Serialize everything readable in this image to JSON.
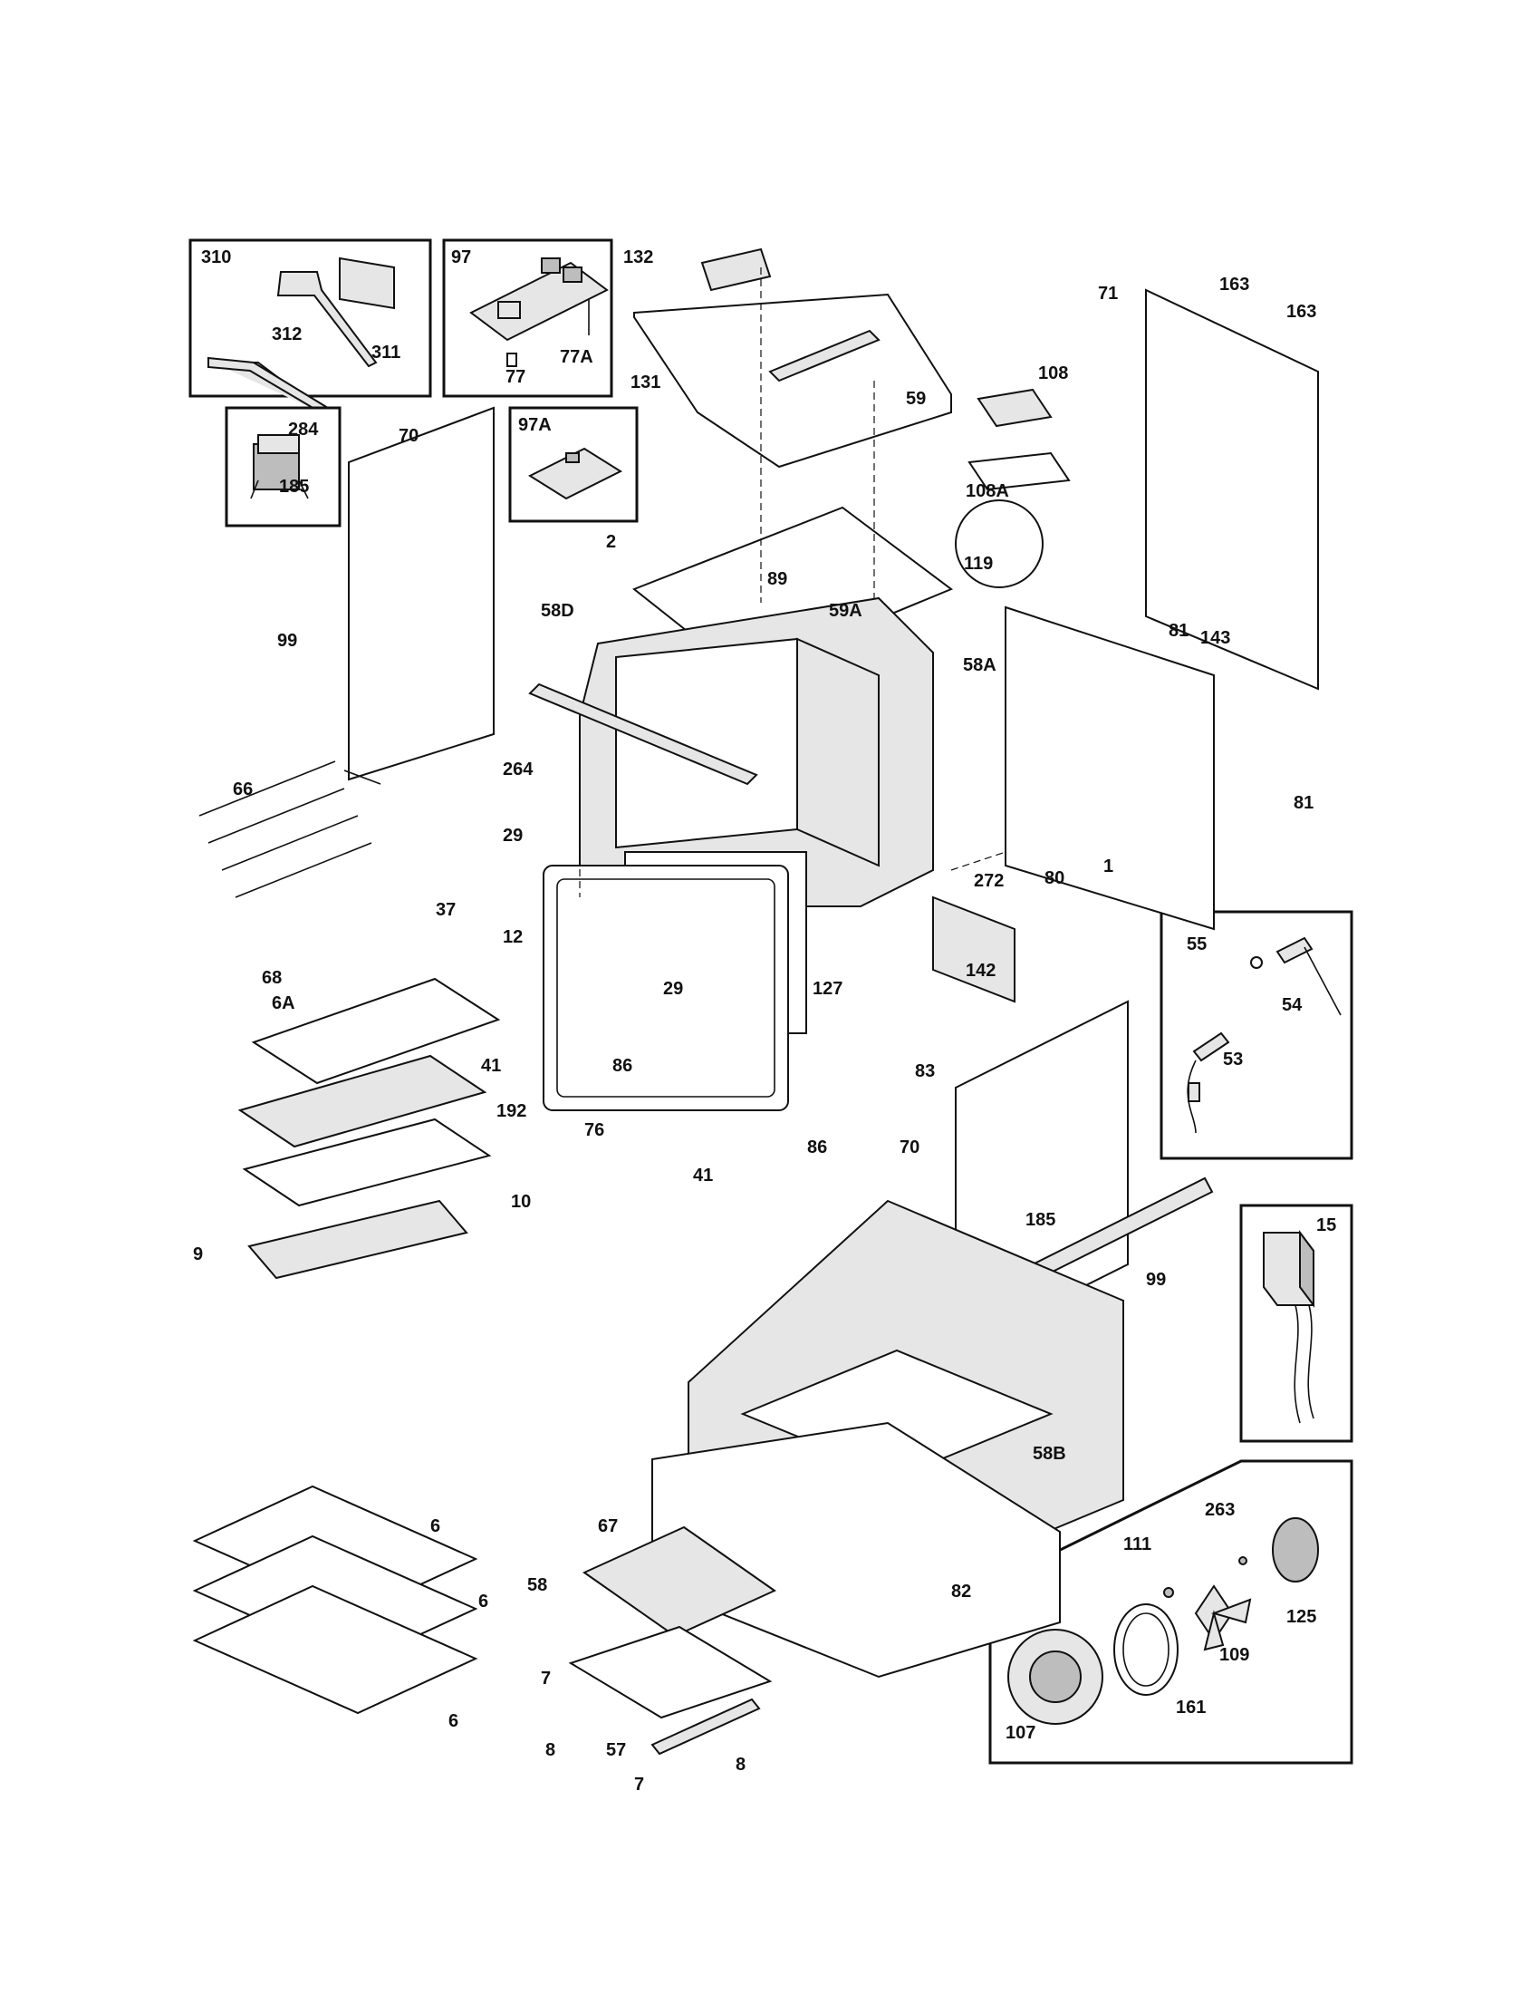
{
  "diagram": {
    "callouts": {
      "c310": "310",
      "c312": "312",
      "c311": "311",
      "c97": "97",
      "c77": "77",
      "c77A": "77A",
      "c132": "132",
      "c131": "131",
      "c163a": "163",
      "c163b": "163",
      "c71": "71",
      "c284": "284",
      "c97A": "97A",
      "c59": "59",
      "c108": "108",
      "c108A": "108A",
      "c119": "119",
      "c70a": "70",
      "c185a": "185",
      "c99a": "99",
      "c2": "2",
      "c89": "89",
      "c59A": "59A",
      "c58D": "58D",
      "c58A": "58A",
      "c81a": "81",
      "c143": "143",
      "c81b": "81",
      "c264": "264",
      "c66": "66",
      "c29a": "29",
      "c12": "12",
      "c272": "272",
      "c80": "80",
      "c1": "1",
      "c37": "37",
      "c68": "68",
      "c29b": "29",
      "c127": "127",
      "c142": "142",
      "c55": "55",
      "c54": "54",
      "c53": "53",
      "c6A": "6A",
      "c41a": "41",
      "c86a": "86",
      "c192": "192",
      "c76": "76",
      "c83": "83",
      "c70b": "70",
      "c41b": "41",
      "c86b": "86",
      "c10": "10",
      "c9": "9",
      "c185b": "185",
      "c99b": "99",
      "c15": "15",
      "c58B": "58B",
      "c6a": "6",
      "c6b": "6",
      "c6c": "6",
      "c67": "67",
      "c58": "58",
      "c82": "82",
      "c263": "263",
      "c111": "111",
      "c125": "125",
      "c109": "109",
      "c7a": "7",
      "c161": "161",
      "c107": "107",
      "c8a": "8",
      "c57": "57",
      "c8b": "8",
      "c7b": "7"
    }
  }
}
